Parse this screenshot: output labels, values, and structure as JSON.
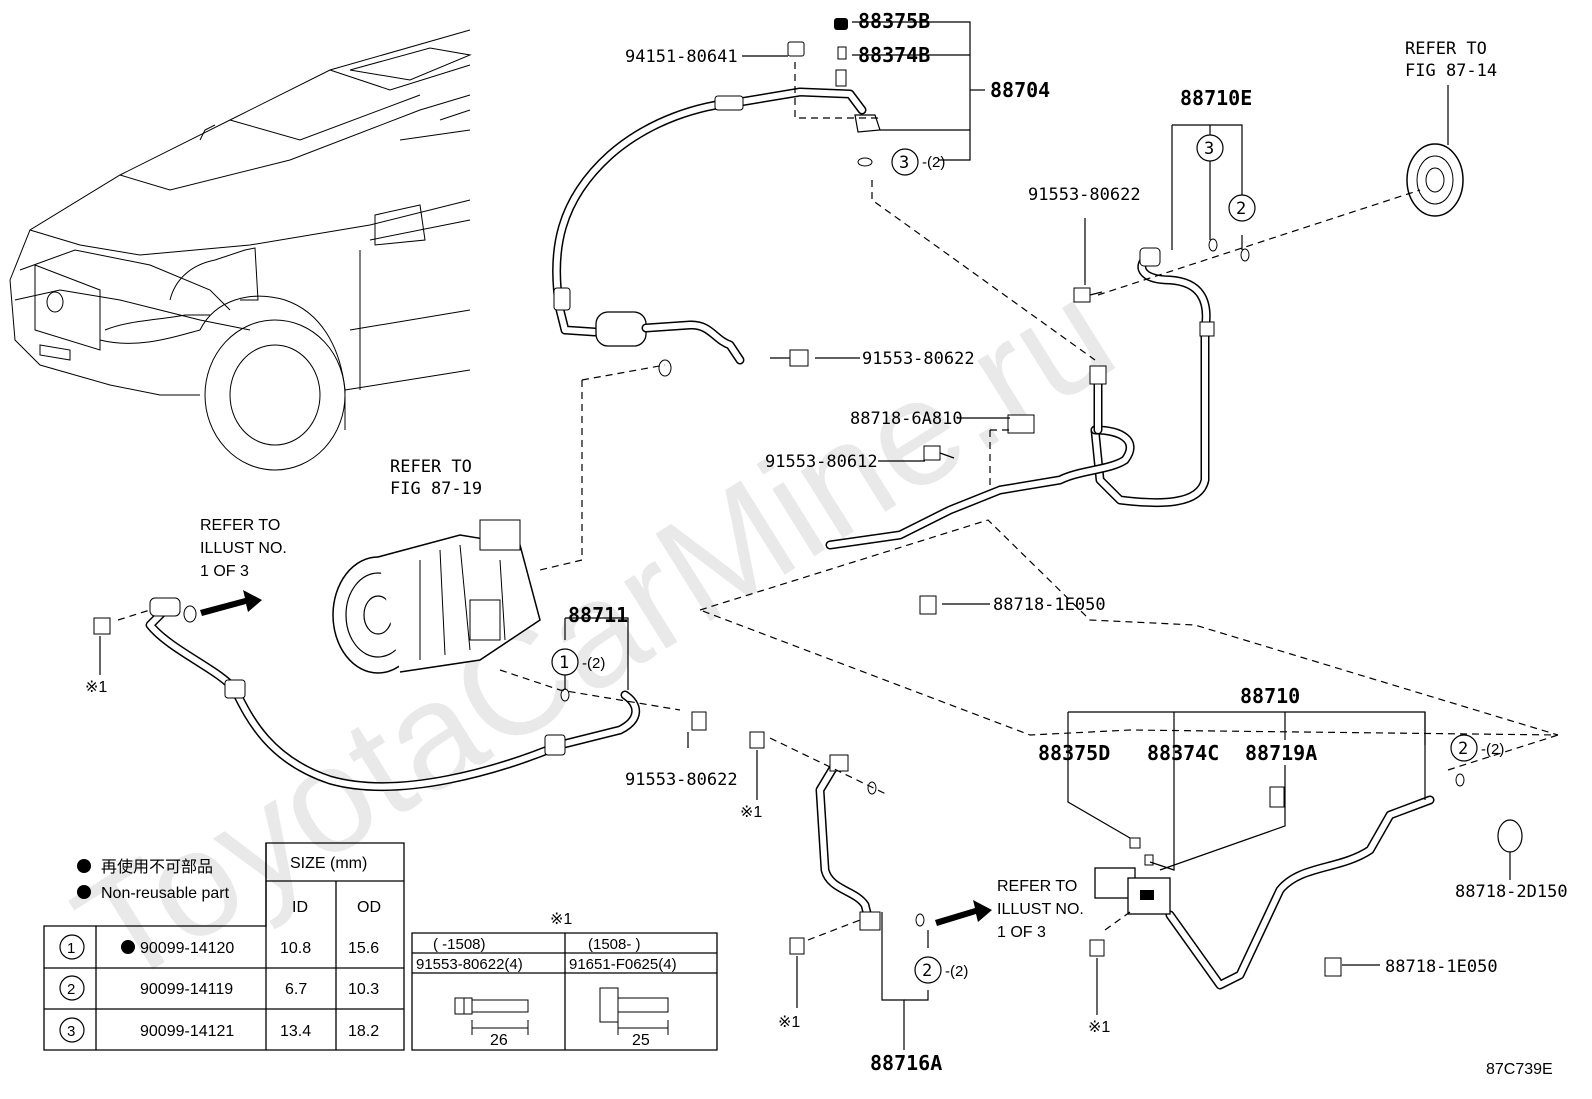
{
  "watermark": "ToyotaCarMine.ru",
  "figure_code": "87C739E",
  "refer": {
    "fig_87_14": [
      "REFER TO",
      "FIG 87-14"
    ],
    "fig_87_19": [
      "REFER TO",
      "FIG 87-19"
    ],
    "illust_left": [
      "REFER TO",
      "ILLUST NO.",
      "1 OF 3"
    ],
    "illust_right": [
      "REFER TO",
      "ILLUST NO.",
      "1 OF 3"
    ]
  },
  "parts": {
    "p88375B": "88375B",
    "p88374B": "88374B",
    "p88704": "88704",
    "p94151": "94151-80641",
    "p88710E": "88710E",
    "p91553_a": "91553-80622",
    "p91553_b": "91553-80622",
    "p88718_6A810": "88718-6A810",
    "p91553_80612": "91553-80612",
    "p88718_1E050_a": "88718-1E050",
    "p88711": "88711",
    "p91553_c": "91553-80622",
    "p88710": "88710",
    "p88375D": "88375D",
    "p88374C": "88374C",
    "p88719A": "88719A",
    "p88718_2D150": "88718-2D150",
    "p88718_1E050_b": "88718-1E050",
    "p88716A": "88716A"
  },
  "callouts": {
    "c3_top": "3",
    "c3_top_qty": "-(2)",
    "c3_right": "3",
    "c2_right": "2",
    "c1_mid": "1",
    "c1_mid_qty": "-(2)",
    "c2_bottom": "2",
    "c2_bottom_qty": "-(2)",
    "c2_far": "2",
    "c2_far_qty": "-(2)",
    "star1": "※1"
  },
  "legend": {
    "jp": "再使用不可部品",
    "en": "Non-reusable part"
  },
  "size_table": {
    "header": "SIZE (mm)",
    "col_id": "ID",
    "col_od": "OD",
    "rows": [
      {
        "no": "1",
        "part": "90099-14120",
        "non_reusable": true,
        "id": "10.8",
        "od": "15.6"
      },
      {
        "no": "2",
        "part": "90099-14119",
        "non_reusable": false,
        "id": "6.7",
        "od": "10.3"
      },
      {
        "no": "3",
        "part": "90099-14121",
        "non_reusable": false,
        "id": "13.4",
        "od": "18.2"
      }
    ]
  },
  "bolt_table": {
    "mark": "※1",
    "col1_head": "(    -1508)",
    "col2_head": "(1508-     )",
    "col1_part": "91553-80622(4)",
    "col2_part": "91651-F0625(4)",
    "col1_len": "26",
    "col2_len": "25"
  }
}
